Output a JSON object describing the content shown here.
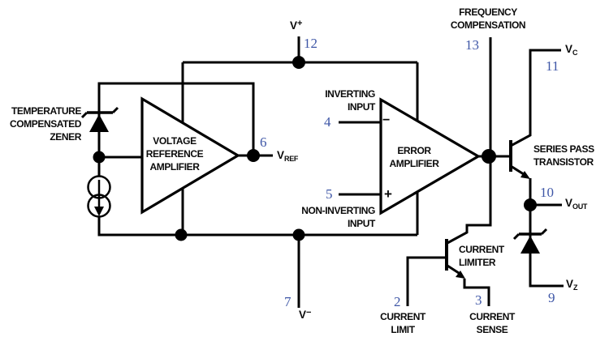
{
  "colors": {
    "background": "#ffffff",
    "wire": "#000000",
    "pin_number": "#3f57a7",
    "label_text": "#0a0a0a"
  },
  "labels": {
    "temp_zener": [
      "TEMPERATURE",
      "COMPENSATED",
      "ZENER"
    ],
    "voltage_reference_amplifier": [
      "VOLTAGE",
      "REFERENCE",
      "AMPLIFIER"
    ],
    "error_amplifier": [
      "ERROR",
      "AMPLIFIER"
    ],
    "inverting_input": [
      "INVERTING",
      "INPUT"
    ],
    "non_inverting_input": [
      "NON-INVERTING",
      "INPUT"
    ],
    "frequency_compensation": [
      "FREQUENCY",
      "COMPENSATION"
    ],
    "series_pass_transistor": [
      "SERIES PASS",
      "TRANSISTOR"
    ],
    "current_limiter": [
      "CURRENT",
      "LIMITER"
    ],
    "current_limit": [
      "CURRENT",
      "LIMIT"
    ],
    "current_sense": [
      "CURRENT",
      "SENSE"
    ]
  },
  "pins": {
    "v_plus": "12",
    "frequency_compensation": "13",
    "v_c": "11",
    "v_ref": "6",
    "inverting_input": "4",
    "non_inverting_input": "5",
    "v_out": "10",
    "v_z": "9",
    "v_minus": "7",
    "current_limit": "2",
    "current_sense": "3"
  },
  "terminals": {
    "v_plus": {
      "base": "V",
      "sup": "+"
    },
    "v_minus": {
      "base": "V",
      "sup": "−"
    },
    "v_ref": {
      "base": "V",
      "sub": "REF"
    },
    "v_c": {
      "base": "V",
      "sub": "C"
    },
    "v_out": {
      "base": "V",
      "sub": "OUT"
    },
    "v_z": {
      "base": "V",
      "sub": "Z"
    }
  },
  "amp_inputs": {
    "inverting_sign": "−",
    "non_inverting_sign": "+"
  }
}
